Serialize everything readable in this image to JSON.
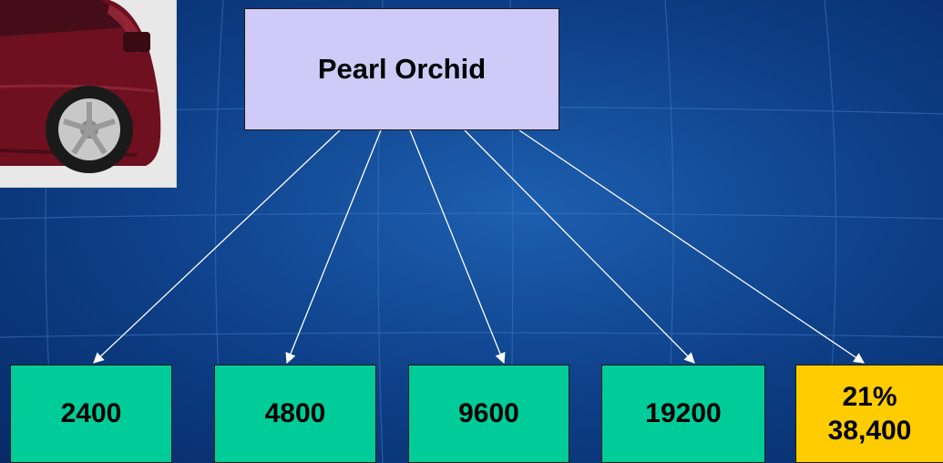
{
  "root": {
    "label": "Pearl Orchid"
  },
  "leaves": [
    {
      "label": "2400"
    },
    {
      "label": "4800"
    },
    {
      "label": "9600"
    },
    {
      "label": "19200"
    },
    {
      "line1": "21%",
      "line2": "38,400"
    }
  ],
  "colors": {
    "background": "#0d3e86",
    "root_fill": "#cfcaf7",
    "leaf_fill": "#00cc99",
    "highlight_fill": "#ffcc00",
    "arrow": "#ffffff",
    "car_body": "#6e1020"
  },
  "images": {
    "photo": "car-rear-photo"
  }
}
